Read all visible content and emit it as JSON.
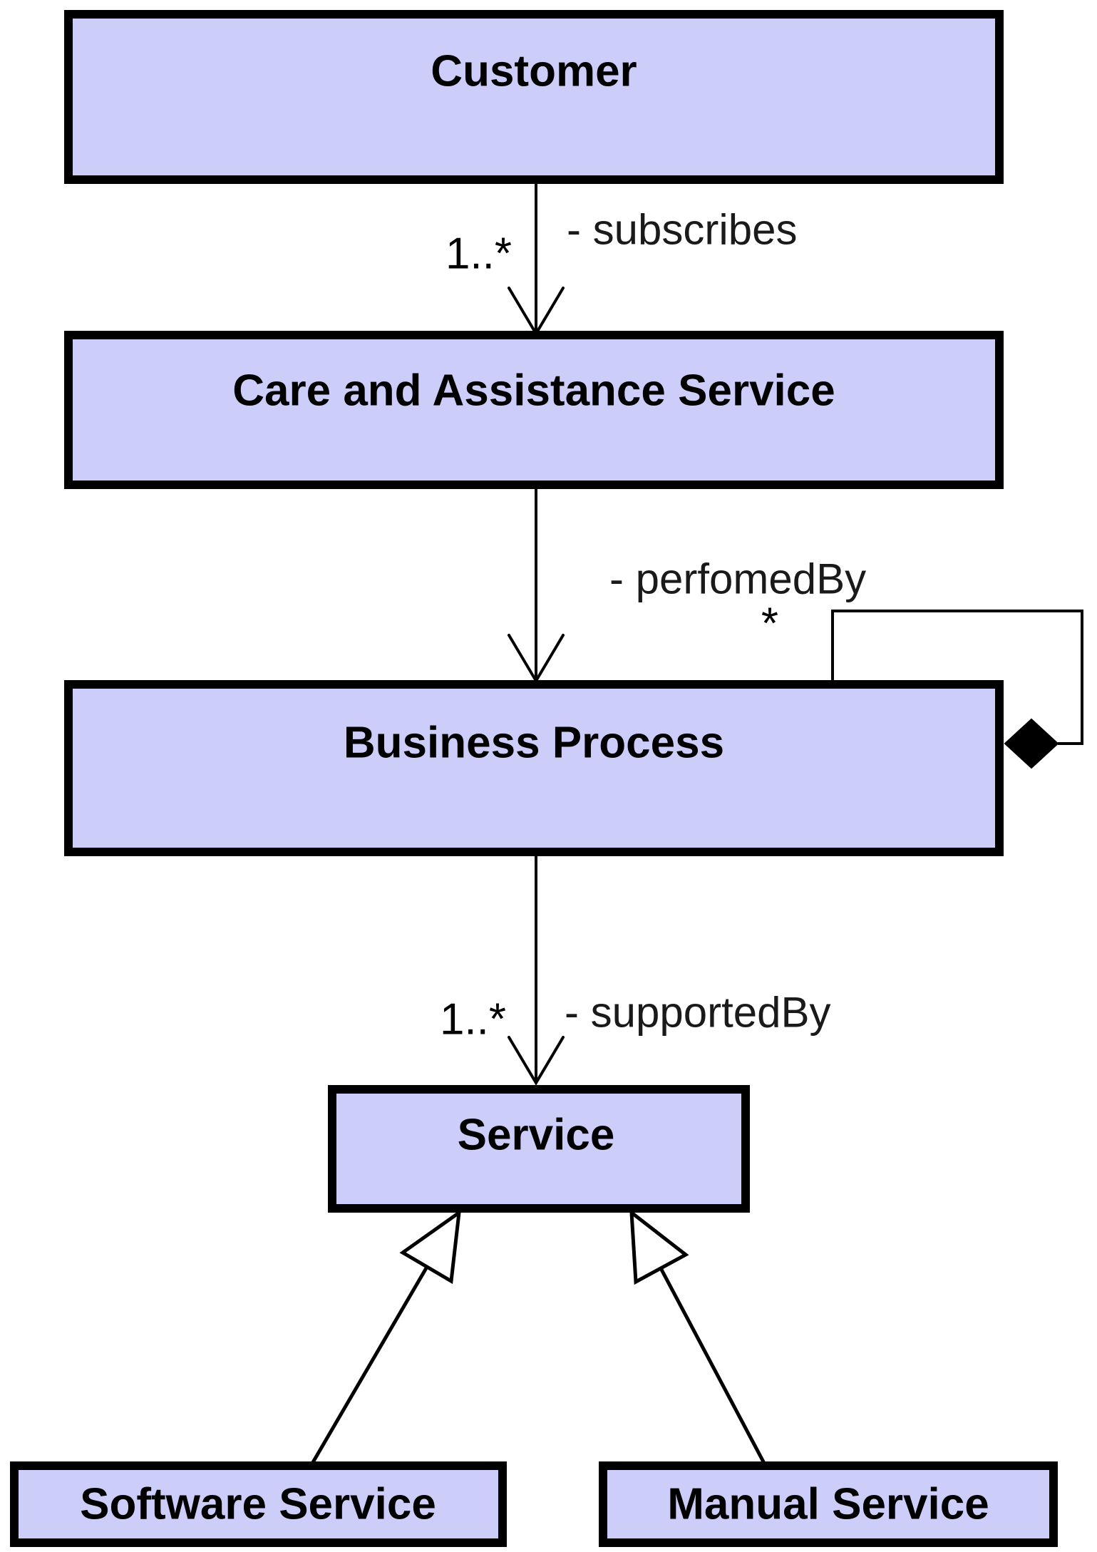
{
  "diagram": {
    "kind": "uml-class-diagram",
    "background_color": "#ffffff",
    "node_fill_color": "#cdcdf9",
    "node_border_color": "#000000",
    "line_color": "#000000",
    "nodes": [
      {
        "id": "customer",
        "label": "Customer"
      },
      {
        "id": "care_service",
        "label": "Care and Assistance Service"
      },
      {
        "id": "business_process",
        "label": "Business Process"
      },
      {
        "id": "service",
        "label": "Service"
      },
      {
        "id": "software_service",
        "label": "Software Service"
      },
      {
        "id": "manual_service",
        "label": "Manual Service"
      }
    ],
    "edges": [
      {
        "type": "directed-association",
        "from": "Customer",
        "to": "Care and Assistance Service",
        "label": "- subscribes",
        "multiplicity": "1..*"
      },
      {
        "type": "directed-association",
        "from": "Care and Assistance Service",
        "to": "Business Process",
        "label": "- perfomedBy",
        "multiplicity": "*"
      },
      {
        "type": "composition-self",
        "from": "Business Process",
        "to": "Business Process",
        "label": ""
      },
      {
        "type": "directed-association",
        "from": "Business Process",
        "to": "Service",
        "label": "- supportedBy",
        "multiplicity": "1..*"
      },
      {
        "type": "generalization",
        "from": "Software Service",
        "to": "Service"
      },
      {
        "type": "generalization",
        "from": "Manual Service",
        "to": "Service"
      }
    ]
  }
}
